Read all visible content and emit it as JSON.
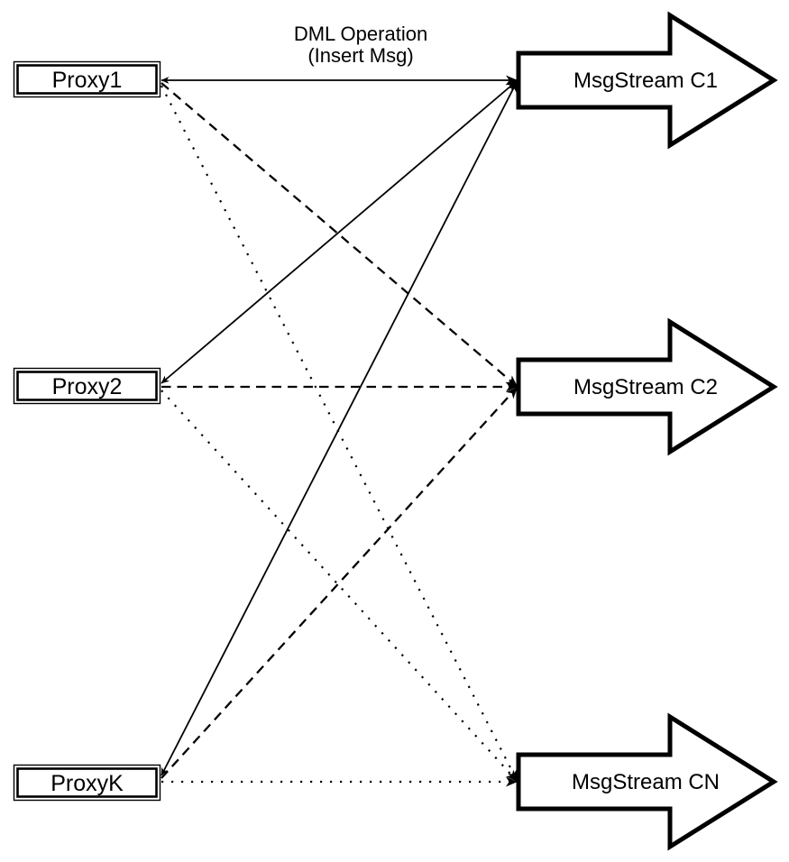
{
  "diagram": {
    "title": {
      "line1": "DML Operation",
      "line2": "(Insert Msg)"
    },
    "proxies": [
      {
        "id": "proxy1",
        "label": "Proxy1"
      },
      {
        "id": "proxy2",
        "label": "Proxy2"
      },
      {
        "id": "proxyk",
        "label": "ProxyK"
      }
    ],
    "streams": [
      {
        "id": "c1",
        "label": "MsgStream C1"
      },
      {
        "id": "c2",
        "label": "MsgStream C2"
      },
      {
        "id": "cn",
        "label": "MsgStream CN"
      }
    ],
    "connections": [
      {
        "from": "Proxy1",
        "to": "MsgStream C1",
        "style": "solid"
      },
      {
        "from": "Proxy1",
        "to": "MsgStream C2",
        "style": "dashed"
      },
      {
        "from": "Proxy1",
        "to": "MsgStream CN",
        "style": "dotted"
      },
      {
        "from": "Proxy2",
        "to": "MsgStream C1",
        "style": "solid"
      },
      {
        "from": "Proxy2",
        "to": "MsgStream C2",
        "style": "dashed"
      },
      {
        "from": "Proxy2",
        "to": "MsgStream CN",
        "style": "dotted"
      },
      {
        "from": "ProxyK",
        "to": "MsgStream C1",
        "style": "solid"
      },
      {
        "from": "ProxyK",
        "to": "MsgStream C2",
        "style": "dashed"
      },
      {
        "from": "ProxyK",
        "to": "MsgStream CN",
        "style": "dotted"
      }
    ],
    "colors": {
      "stroke": "#000000",
      "fill": "#ffffff",
      "background": "#ffffff",
      "text": "#000000"
    }
  }
}
